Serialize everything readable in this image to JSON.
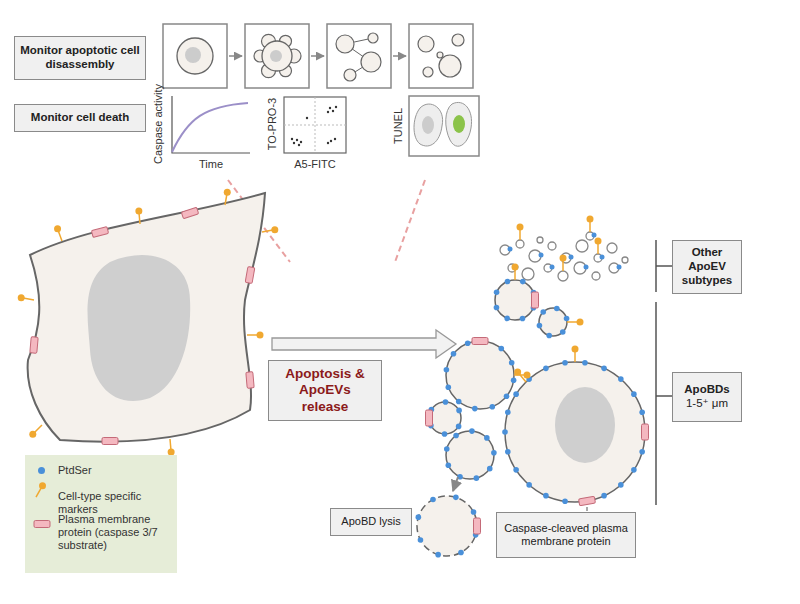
{
  "diagram": {
    "nodes": [
      {
        "text": [
          "Monitor apoptotic cell disassembly"
        ]
      },
      {
        "text": [
          "Monitor cell death"
        ]
      },
      {
        "text": [
          "Apoptosis & ApoEVs release"
        ]
      },
      {
        "text": [
          "Other ApoEV subtypes"
        ]
      },
      {
        "text": [
          "ApoBDs",
          "1-5⁺ μm"
        ]
      },
      {
        "text": [
          "ApoBD lysis"
        ]
      },
      {
        "text": [
          "Caspase-cleaved plasma membrane protein"
        ]
      }
    ],
    "labels": [
      "Caspase activity",
      "Time",
      "TO-PRO-3",
      "A5-FITC",
      "TUNEL"
    ],
    "legend": [
      {
        "text": "PtdSer",
        "color": "#4a90d9"
      },
      {
        "text": "Cell-type specific markers"
      },
      {
        "text": "Plasma membrane protein (caspase 3/7 substrate)"
      }
    ]
  }
}
